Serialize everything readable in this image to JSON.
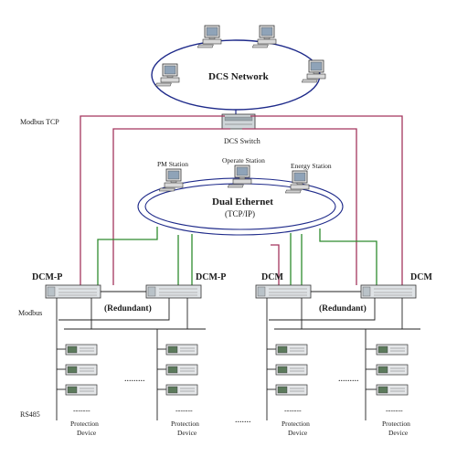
{
  "labels": {
    "dcs_network": "DCS Network",
    "modbus_tcp": "Modbus TCP",
    "dcs_switch": "DCS Switch",
    "pm_station": "PM Station",
    "operate_station": "Operate Station",
    "energy_station": "Energy Station",
    "dual_ethernet": "Dual Ethernet",
    "tcp_ip": "(TCP/IP)",
    "dcm_p_left": "DCM-P",
    "dcm_p_right": "DCM-P",
    "dcm_left": "DCM",
    "dcm_right": "DCM",
    "redundant_left": "(Redundant)",
    "redundant_right": "(Redundant)",
    "modbus": "Modbus",
    "rs485": "RS485",
    "dots_1": ".......",
    "dots_2": ".........",
    "dots_3": ".........",
    "protection_1_line1": "Protection",
    "protection_1_line2": "Device",
    "protection_2_line1": "Protection",
    "protection_2_line2": "Device",
    "protection_3_line1": "Protection",
    "protection_3_line2": "Device",
    "protection_4_line1": "Protection",
    "protection_4_line2": "Device",
    "rs485_dash_1": "-------",
    "rs485_dash_2": "-------",
    "rs485_dash_3": "-------",
    "rs485_dash_4": "-------"
  },
  "icons": {
    "workstation": "workstation-icon",
    "switch": "network-switch-icon",
    "dcm_unit": "rack-unit-icon",
    "protection_device": "protection-device-icon"
  },
  "colors": {
    "network_ring": "#1e2a8a",
    "modbus_tcp_line": "#a3355e",
    "ethernet_line": "#2e8b2e",
    "device_line": "#222222"
  }
}
